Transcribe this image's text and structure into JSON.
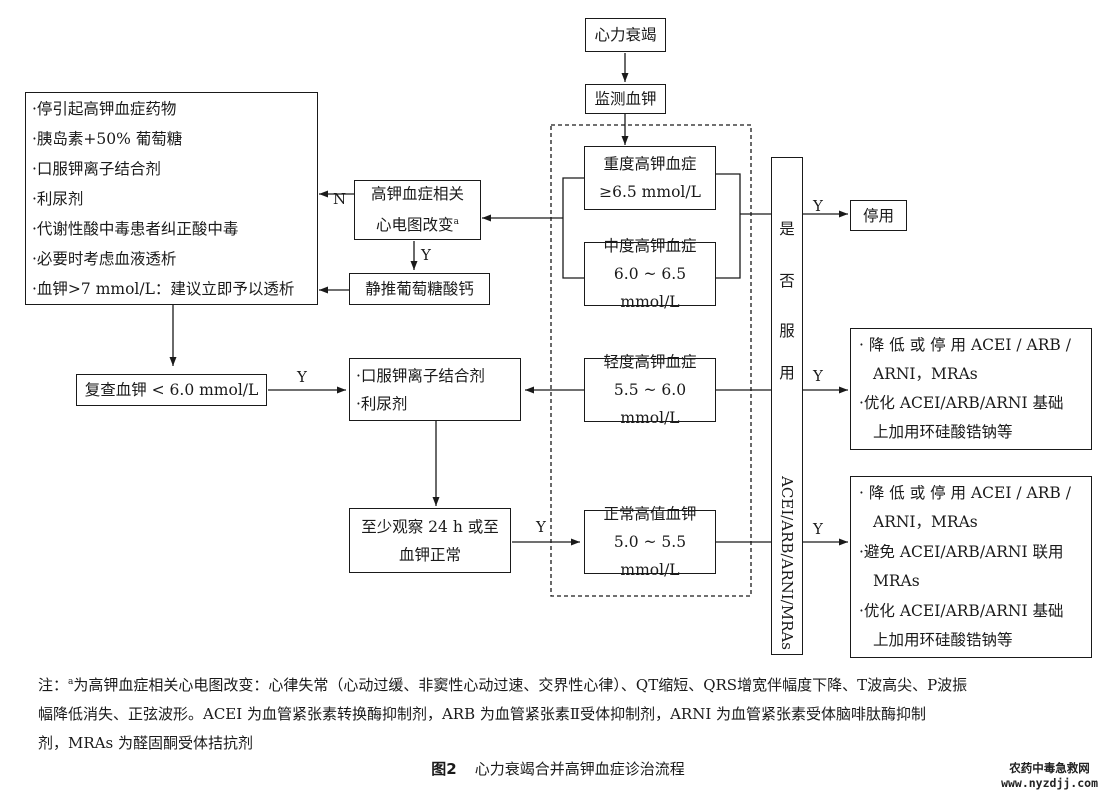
{
  "nodes": {
    "heart_failure": "心力衰竭",
    "monitor_k": "监测血钾",
    "severe": [
      "重度高钾血症",
      "≥6.5 mmol/L"
    ],
    "moderate": [
      "中度高钾血症",
      "6.0 ~ 6.5 mmol/L"
    ],
    "mild": [
      "轻度高钾血症",
      "5.5 ~ 6.0 mmol/L"
    ],
    "normal_high": [
      "正常高值血钾",
      "5.0 ~ 5.5 mmol/L"
    ],
    "ecg_change": [
      "高钾血症相关",
      "心电图改变"
    ],
    "ecg_sup": "a",
    "iv_calcium": "静推葡萄糖酸钙",
    "treatment_list": [
      "·停引起高钾血症药物",
      "·胰岛素+50% 葡萄糖",
      "·口服钾离子结合剂",
      "·利尿剂",
      "·代谢性酸中毒患者纠正酸中毒",
      "·必要时考虑血液透析",
      "·血钾>7 mmol/L：建议立即予以透析"
    ],
    "recheck": "复查血钾 < 6.0 mmol/L",
    "oral_binder": [
      "·口服钾离子结合剂",
      "·利尿剂"
    ],
    "observe": [
      "至少观察 24 h 或至",
      "血钾正常"
    ],
    "stop": "停用",
    "using_col": [
      "是",
      "否",
      "服",
      "用"
    ],
    "using_col_drugs": "ACEI/ARB/ARNI/MRAs",
    "action_mild": [
      "· 降 低 或 停 用 ACEI / ARB /",
      "ARNI，MRAs",
      "·优化 ACEI/ARB/ARNI 基础",
      "上加用环硅酸锆钠等"
    ],
    "action_normal": [
      "· 降 低 或 停 用 ACEI / ARB /",
      "ARNI，MRAs",
      "·避免 ACEI/ARB/ARNI 联用",
      "MRAs",
      "·优化 ACEI/ARB/ARNI 基础",
      "上加用环硅酸锆钠等"
    ]
  },
  "edge_labels": {
    "N": "N",
    "Y": "Y"
  },
  "footnote": {
    "prefix": "注：",
    "sup": "a",
    "lines": [
      "为高钾血症相关心电图改变：心律失常（心动过缓、非窦性心动过速、交界性心律）、QT缩短、QRS增宽伴幅度下降、T波高尖、P波振",
      "幅降低消失、正弦波形。ACEI 为血管紧张素转换酶抑制剂，ARB 为血管紧张素Ⅱ受体抑制剂，ARNI 为血管紧张素受体脑啡肽酶抑制",
      "剂，MRAs 为醛固酮受体拮抗剂"
    ]
  },
  "caption": {
    "label": "图2",
    "title": "心力衰竭合并高钾血症诊治流程"
  },
  "watermark": [
    "农药中毒急救网",
    "www.nyzdjj.com"
  ]
}
